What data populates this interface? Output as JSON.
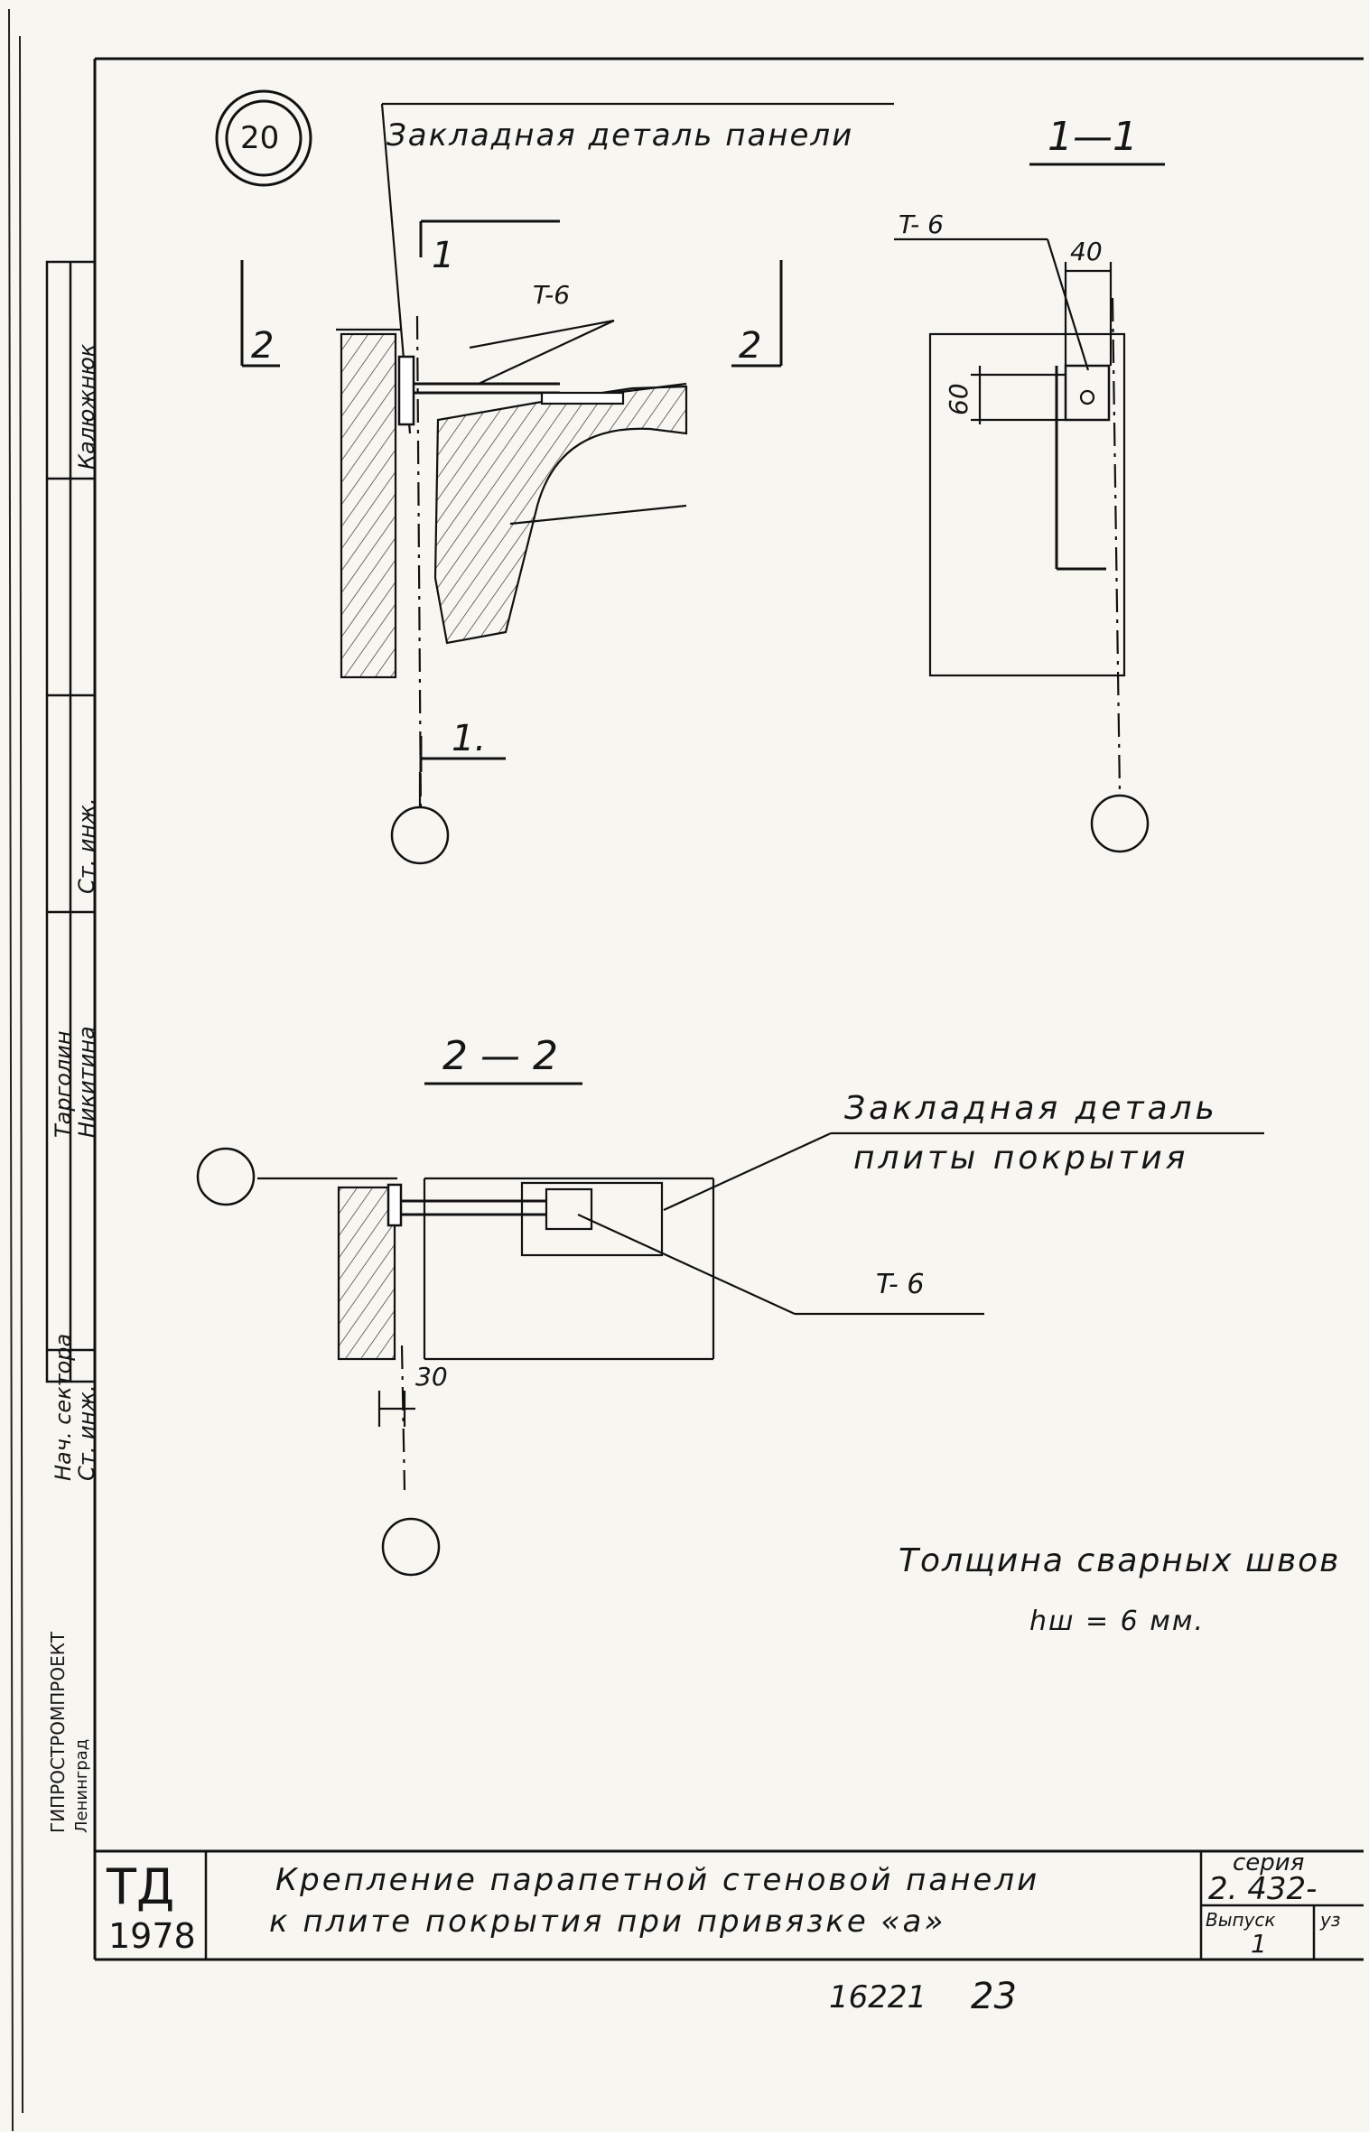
{
  "sheet_number": "20",
  "labels": {
    "panel_embed": "Закладная деталь панели",
    "section_11": "1—1",
    "section_22": "2 — 2",
    "t6_top": "T-6",
    "t6_section": "T- 6",
    "t6_bottom": "T- 6",
    "cut1_top": "1",
    "cut1_bottom": "1.",
    "cut2_left": "2",
    "cut2_right": "2",
    "dim_40": "40",
    "dim_60": "60",
    "dim_30": "30",
    "slab_embed_line1": "Закладная деталь",
    "slab_embed_line2": "плиты покрытия",
    "weld_note_line1": "Толщина сварных швов",
    "weld_note_line2": "hш = 6 мм."
  },
  "side_stamp": {
    "row1_role": "Нач. сектора",
    "row1_name": "Тарголин",
    "row2_role": "Ст. инж.",
    "row2_name": "Никитина",
    "row3_role": "Ст. инж.",
    "row4_name": "Калюжнюк",
    "org": "ГИПРОСТРОМПРОЕКТ",
    "city": "Ленинград"
  },
  "title_block": {
    "logo": "ТД",
    "year": "1978",
    "title_line1": "Крепление парапетной стеновой панели",
    "title_line2": "к плите покрытия при привязке «а»",
    "series_label": "серия",
    "series_value": "2. 432-",
    "issue_label": "Выпуск",
    "issue_value": "1",
    "node_label": "уз"
  },
  "bottom_numbers": {
    "archive": "16221",
    "page": "23"
  }
}
